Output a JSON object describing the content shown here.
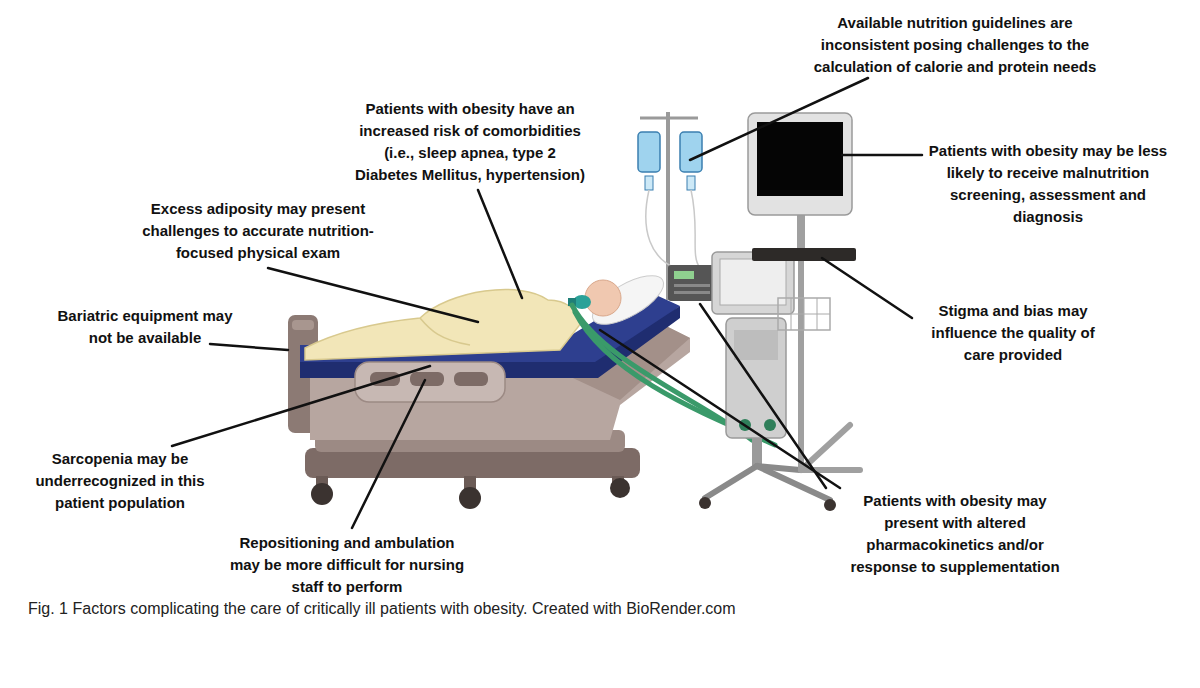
{
  "diagram": {
    "caption": "Fig. 1 Factors complicating the care of critically ill patients with obesity. Created with BioRender.com",
    "labels": [
      "Available nutrition guidelines are inconsistent posing challenges to the calculation of calorie and protein needs",
      "Patients with obesity have an increased risk of comorbidities (i.e., sleep apnea, type 2 Diabetes Mellitus, hypertension)",
      "Patients with obesity may be less likely to receive malnutrition screening, assessment and diagnosis",
      "Excess adiposity may present challenges to accurate nutrition-focused physical exam",
      "Bariatric equipment may not be available",
      "Stigma and bias may influence the quality of care provided",
      "Sarcopenia may be underrecognized in this patient population",
      "Patients with obesity may present with altered pharmacokinetics and/or response to supplementation",
      "Repositioning and ambulation may be more difficult for nursing staff to perform"
    ]
  }
}
